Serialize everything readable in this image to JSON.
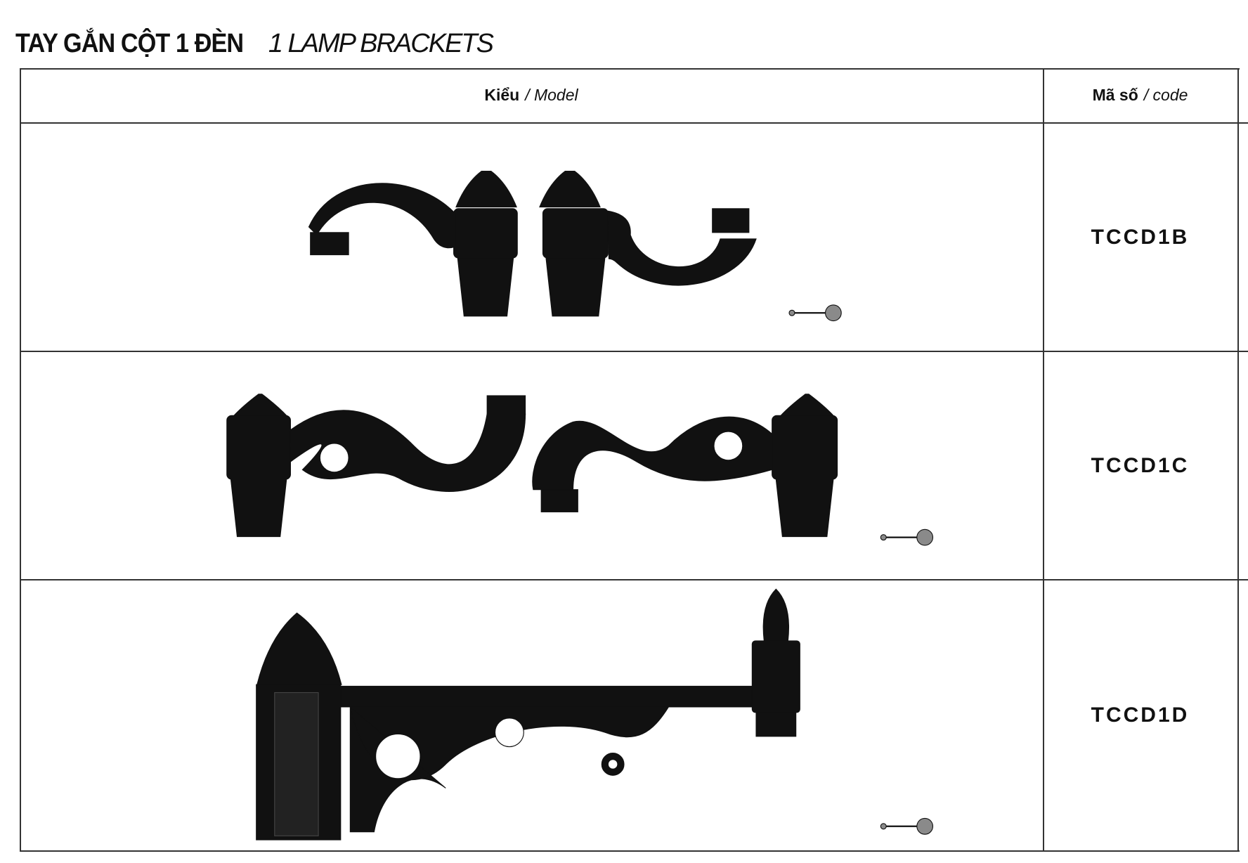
{
  "title": {
    "vi": "TAY GẮN CỘT 1 ĐÈN",
    "en": "1 LAMP BRACKETS"
  },
  "table": {
    "headers": [
      {
        "vi": "Kiểu",
        "en": "/ Model"
      },
      {
        "vi": "Mã số",
        "en": "/ code"
      }
    ],
    "rows": [
      {
        "code": "TCCD1B"
      },
      {
        "code": "TCCD1C"
      },
      {
        "code": "TCCD1D"
      }
    ]
  },
  "colors": {
    "line": "#333333",
    "product": "#111111",
    "connector": "#8a8a8a"
  }
}
